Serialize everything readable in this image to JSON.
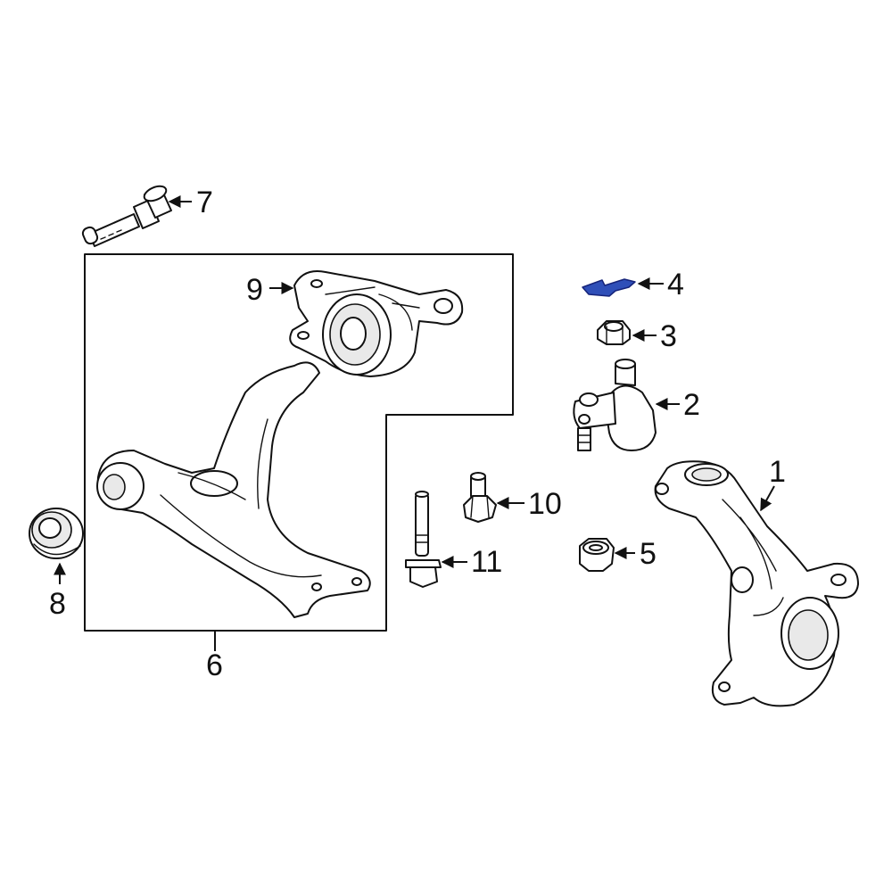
{
  "colors": {
    "line": "#111111",
    "background": "#ffffff",
    "highlight_fill": "#2f4fb8",
    "highlight_stroke": "#16247a"
  },
  "highlighted_part": "4",
  "callouts": {
    "c1": "1",
    "c2": "2",
    "c3": "3",
    "c4": "4",
    "c5": "5",
    "c6": "6",
    "c7": "7",
    "c8": "8",
    "c9": "9",
    "c10": "10",
    "c11": "11"
  }
}
